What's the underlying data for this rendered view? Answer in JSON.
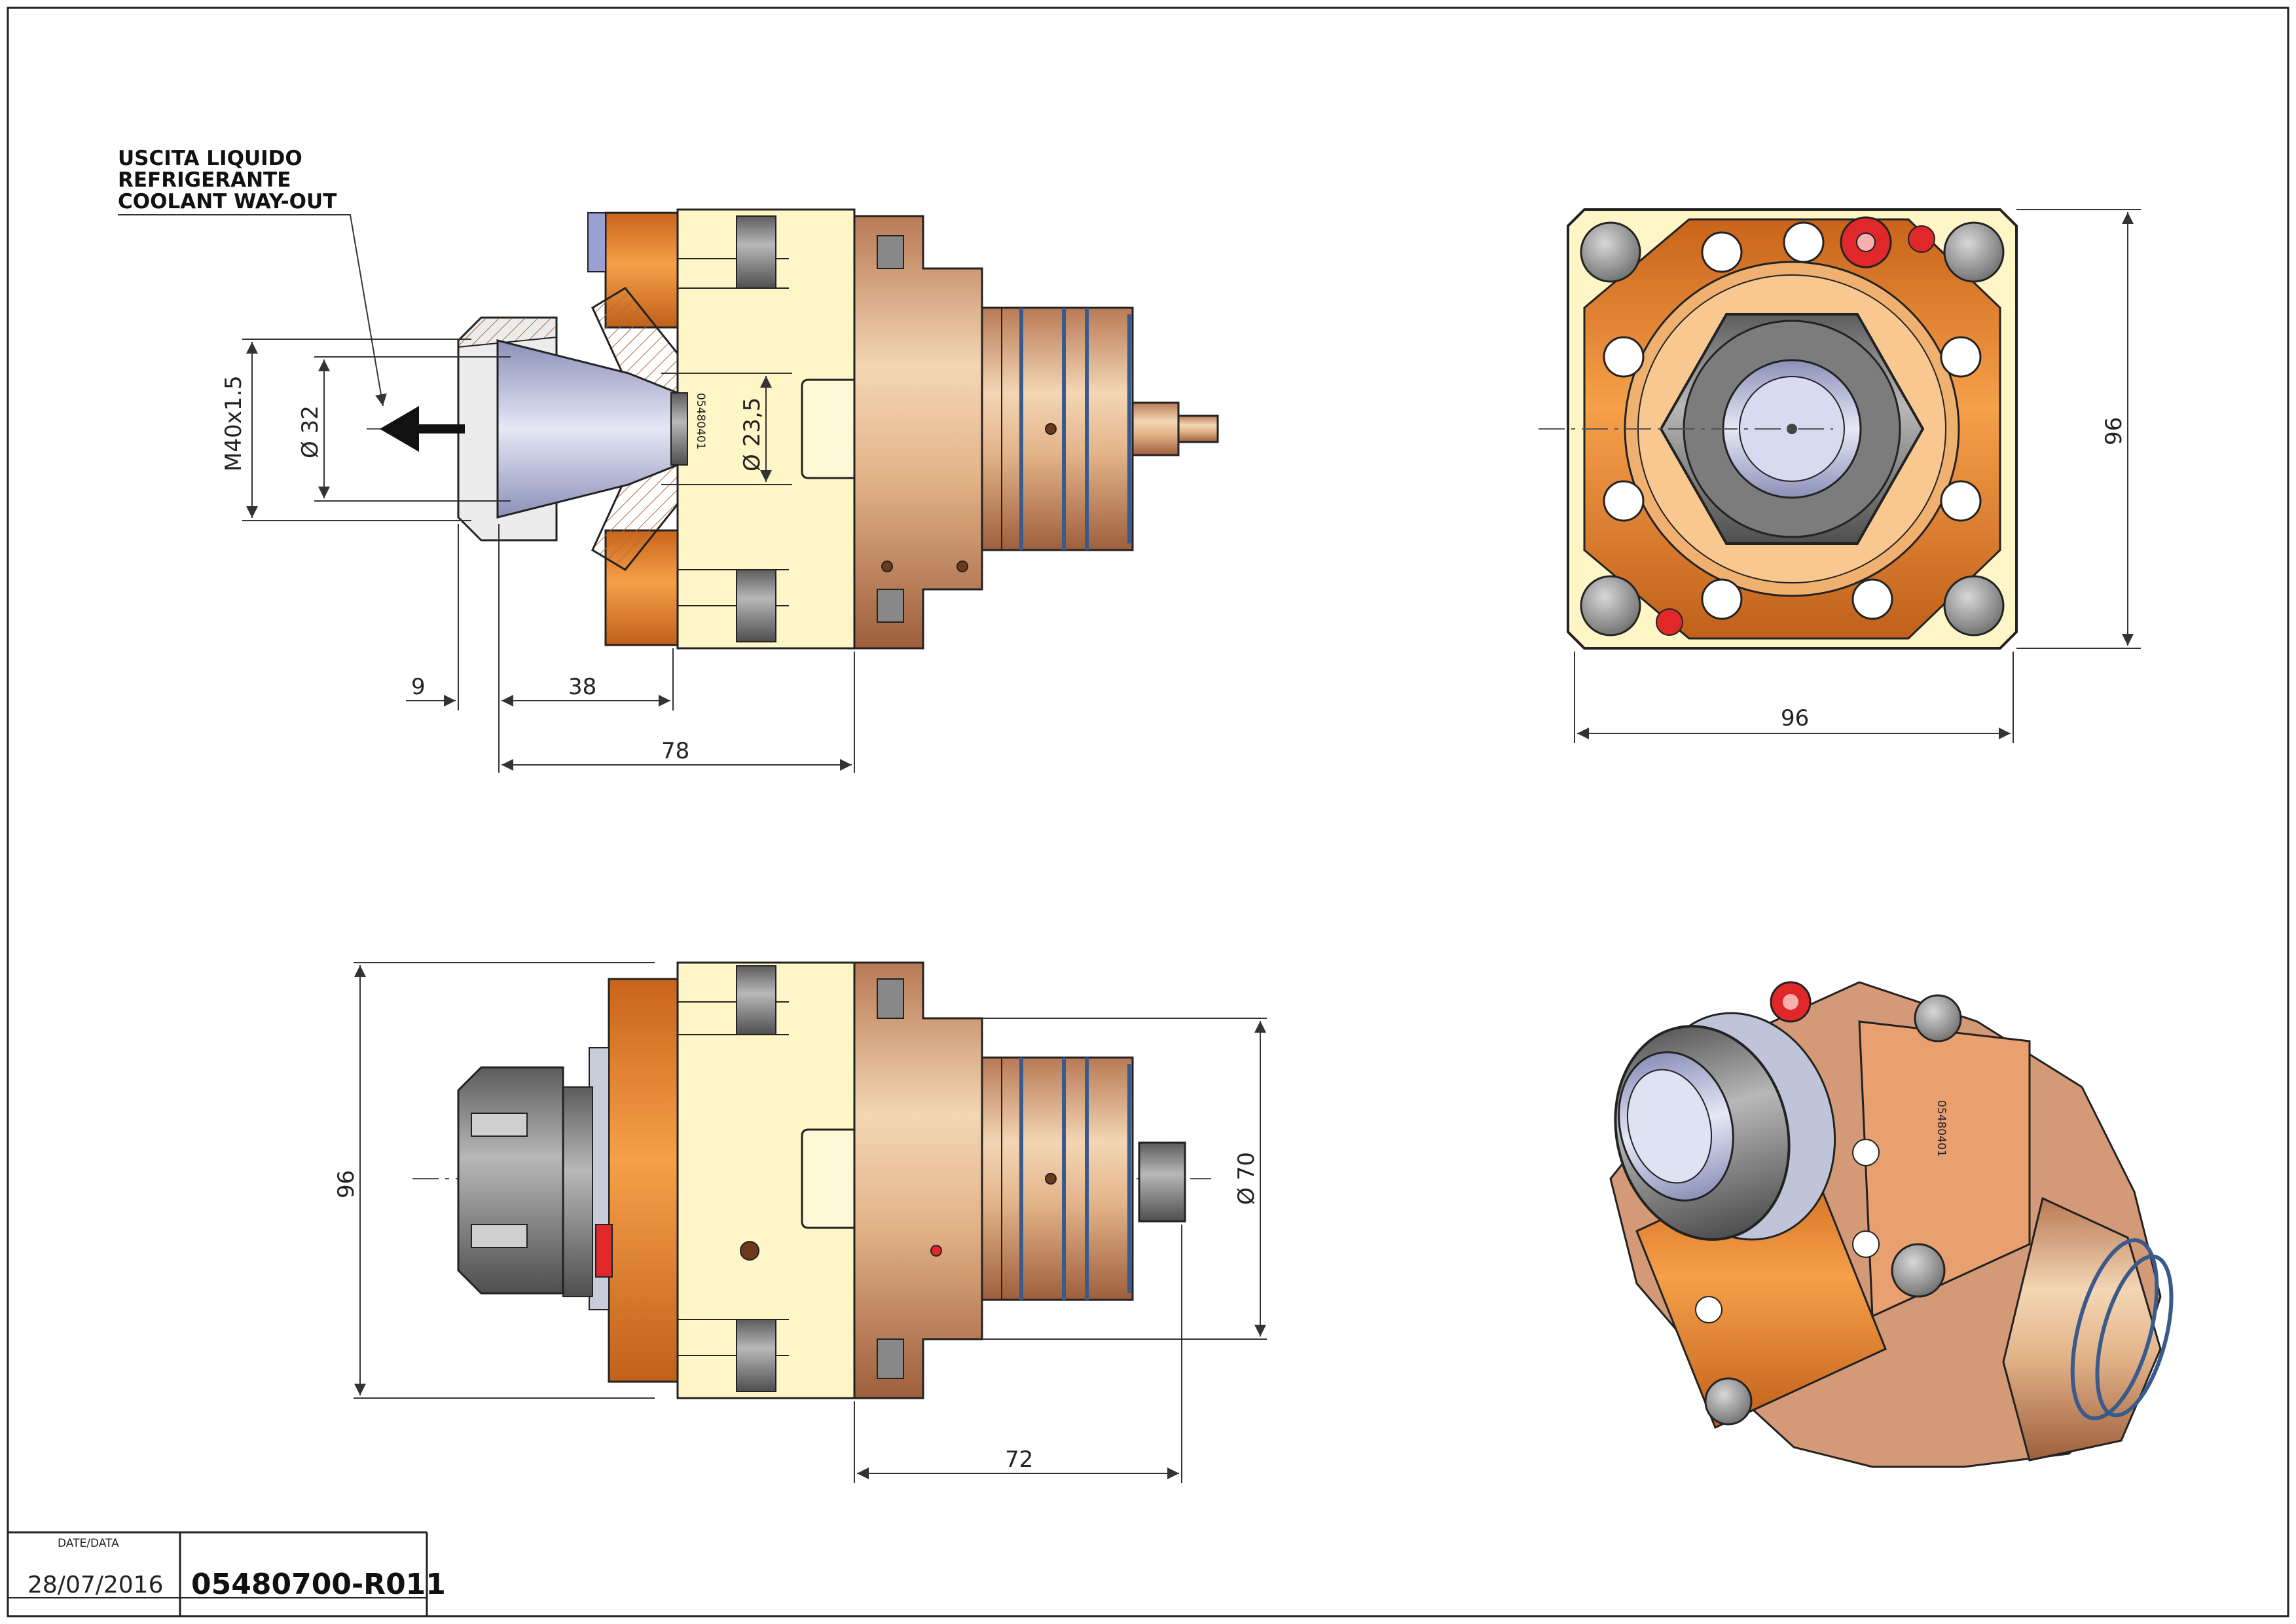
{
  "note": {
    "lines": [
      "USCITA LIQUIDO",
      "REFRIGERANTE",
      "COOLANT WAY-OUT"
    ]
  },
  "side_view": {
    "dim_thread": "M40x1.5",
    "dim_dia_32": "Ø 32",
    "dim_dia_23_5": "Ø 23,5",
    "dim_9": "9",
    "dim_38": "38",
    "dim_78": "78",
    "part_mark": "05480401"
  },
  "front_view": {
    "dim_width": "96",
    "dim_height": "96"
  },
  "bottom_view": {
    "dim_height": "96",
    "dim_dia_70": "Ø 70",
    "dim_72": "72"
  },
  "iso_view": {
    "part_mark": "05480401"
  },
  "title_block": {
    "date_label": "DATE/DATA",
    "date": "28/07/2016",
    "drawing_code": "05480700-R011"
  },
  "colors": {
    "housing_orange": "#E8892A",
    "cream_block": "#FFF6C8",
    "bronze": "#D9A77A",
    "steel_grey": "#9A9A9A",
    "collet_blue": "#C8CCE8",
    "screw_red": "#E0282A"
  }
}
